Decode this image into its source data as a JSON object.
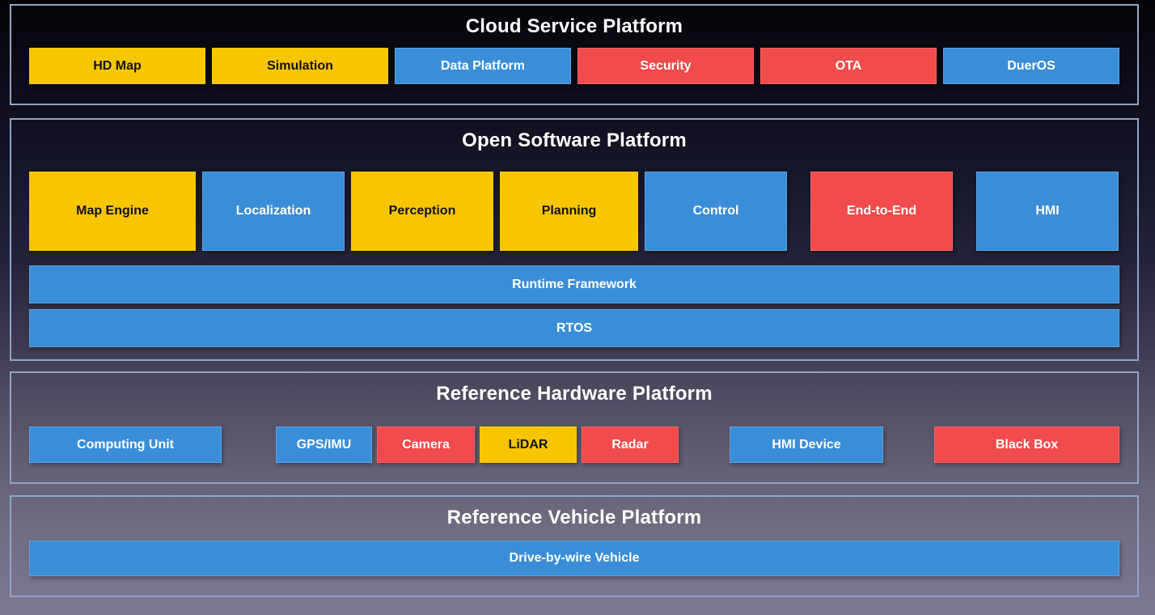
{
  "colors": {
    "yellow": "#F7C600",
    "blue": "#3A8ED8",
    "red": "#F24B4B",
    "section_border": "#8FA4C3",
    "background_top": "#040408",
    "background_bottom": "#7D7992",
    "title_text": "#FFFFFF"
  },
  "sections": [
    {
      "id": "cloud",
      "title": "Cloud Service Platform",
      "boxes": [
        {
          "label": "HD Map",
          "color": "yellow"
        },
        {
          "label": "Simulation",
          "color": "yellow"
        },
        {
          "label": "Data Platform",
          "color": "blue"
        },
        {
          "label": "Security",
          "color": "red"
        },
        {
          "label": "OTA",
          "color": "red"
        },
        {
          "label": "DuerOS",
          "color": "blue"
        }
      ]
    },
    {
      "id": "software",
      "title": "Open Software Platform",
      "modules": [
        {
          "label": "Map Engine",
          "color": "yellow"
        },
        {
          "label": "Localization",
          "color": "blue"
        },
        {
          "label": "Perception",
          "color": "yellow"
        },
        {
          "label": "Planning",
          "color": "yellow"
        },
        {
          "label": "Control",
          "color": "blue"
        },
        {
          "label": "End-to-End",
          "color": "red"
        },
        {
          "label": "HMI",
          "color": "blue"
        }
      ],
      "bars": [
        {
          "label": "Runtime Framework",
          "color": "blue"
        },
        {
          "label": "RTOS",
          "color": "blue"
        }
      ]
    },
    {
      "id": "hardware",
      "title": "Reference Hardware Platform",
      "boxes": [
        {
          "label": "Computing Unit",
          "color": "blue"
        },
        {
          "label": "GPS/IMU",
          "color": "blue"
        },
        {
          "label": "Camera",
          "color": "red"
        },
        {
          "label": "LiDAR",
          "color": "yellow"
        },
        {
          "label": "Radar",
          "color": "red"
        },
        {
          "label": "HMI Device",
          "color": "blue"
        },
        {
          "label": "Black Box",
          "color": "red"
        }
      ]
    },
    {
      "id": "vehicle",
      "title": "Reference Vehicle Platform",
      "bars": [
        {
          "label": "Drive-by-wire Vehicle",
          "color": "blue"
        }
      ]
    }
  ]
}
